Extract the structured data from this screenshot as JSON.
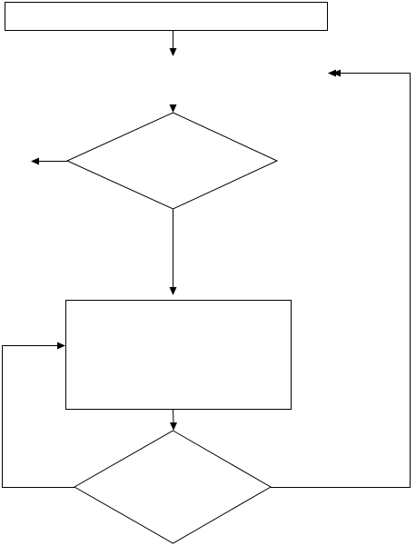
{
  "diagram": {
    "type": "flowchart",
    "line_color": "#000000",
    "background": "#ffffff",
    "nodes": [
      {
        "id": "top-process",
        "shape": "rectangle",
        "text": ""
      },
      {
        "id": "decision-1",
        "shape": "diamond",
        "text": ""
      },
      {
        "id": "middle-process",
        "shape": "rectangle",
        "text": ""
      },
      {
        "id": "decision-2",
        "shape": "diamond",
        "text": ""
      }
    ],
    "edges": [
      {
        "from": "top-process",
        "to": "gap-below-top",
        "text": ""
      },
      {
        "from": "decision-1",
        "to": "left-exit",
        "text": ""
      },
      {
        "from": "decision-1",
        "to": "middle-process",
        "text": ""
      },
      {
        "from": "middle-process",
        "to": "decision-2",
        "text": ""
      },
      {
        "from": "decision-2",
        "to": "middle-process",
        "text": "",
        "route": "loop-left"
      },
      {
        "from": "decision-2",
        "to": "upper-right-arrow",
        "text": "",
        "route": "loop-right"
      }
    ]
  }
}
